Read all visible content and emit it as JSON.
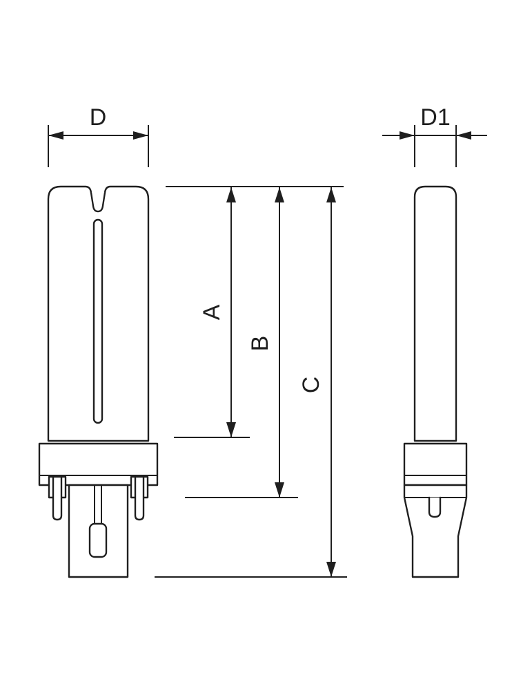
{
  "diagram": {
    "labels": {
      "d": "D",
      "d1": "D1",
      "a": "A",
      "b": "B",
      "c": "C"
    },
    "colors": {
      "line": "#1f1f1f",
      "background": "#ffffff"
    }
  }
}
